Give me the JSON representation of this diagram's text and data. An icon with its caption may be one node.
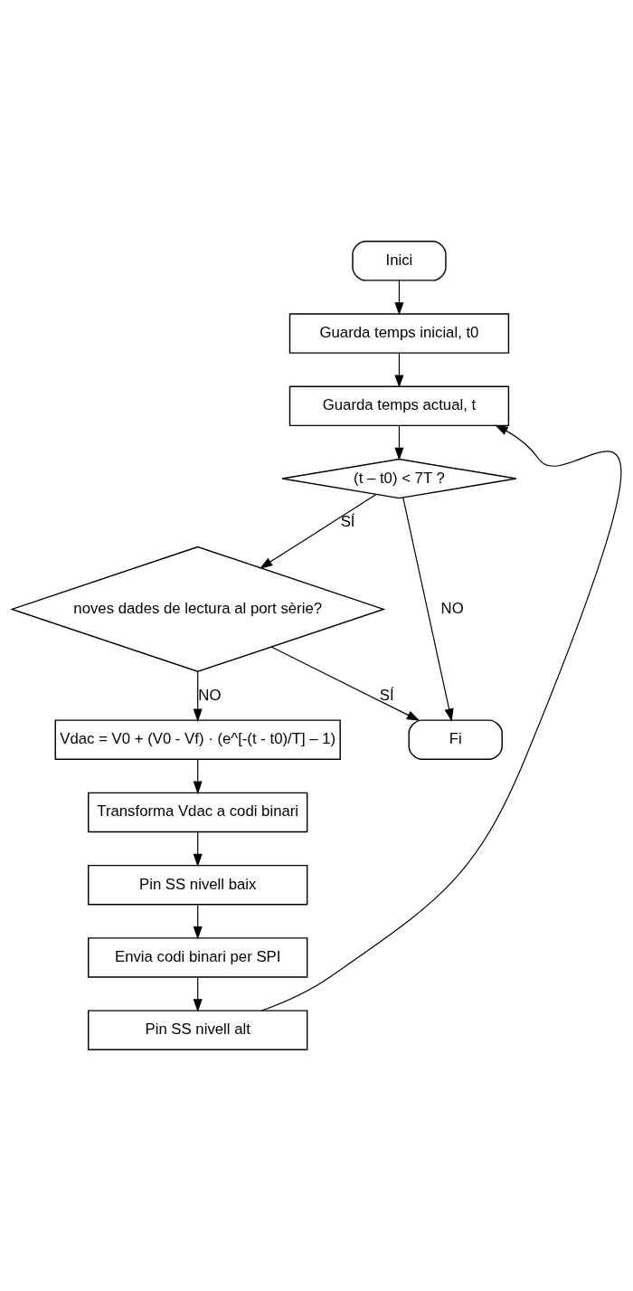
{
  "diagram": {
    "nodes": [
      {
        "text": [
          "Inici"
        ]
      },
      {
        "text": [
          "Guarda temps inicial, t0"
        ]
      },
      {
        "text": [
          "Guarda temps actual, t"
        ]
      },
      {
        "text": [
          "(t – t0) < 7T ?"
        ]
      },
      {
        "text": [
          "noves dades de lectura al port sèrie?"
        ]
      },
      {
        "text": [
          "Vdac = V0 + (V0 - Vf) · (e^[-(t - t0)/T] – 1)"
        ]
      },
      {
        "text": [
          "Transforma Vdac a codi binari"
        ]
      },
      {
        "text": [
          "Pin SS nivell baix"
        ]
      },
      {
        "text": [
          "Envia codi binari per SPI"
        ]
      },
      {
        "text": [
          "Pin SS nivell alt"
        ]
      },
      {
        "text": [
          "Fi"
        ]
      }
    ],
    "edges": [
      {
        "from": 0,
        "to": 1,
        "arrow": "to"
      },
      {
        "from": 1,
        "to": 2,
        "arrow": "to"
      },
      {
        "from": 2,
        "to": 3,
        "arrow": "to"
      },
      {
        "from": 3,
        "to": 4,
        "arrow": "to",
        "label": "SÍ"
      },
      {
        "from": 3,
        "to": 10,
        "arrow": "to",
        "label": "NO"
      },
      {
        "from": 4,
        "to": 5,
        "arrow": "to",
        "label": "NO"
      },
      {
        "from": 4,
        "to": 10,
        "arrow": "to",
        "label": "SÍ"
      },
      {
        "from": 5,
        "to": 6,
        "arrow": "to"
      },
      {
        "from": 6,
        "to": 7,
        "arrow": "to"
      },
      {
        "from": 7,
        "to": 8,
        "arrow": "to"
      },
      {
        "from": 8,
        "to": 9,
        "arrow": "to"
      },
      {
        "from": 9,
        "to": 2,
        "arrow": "to"
      }
    ]
  }
}
